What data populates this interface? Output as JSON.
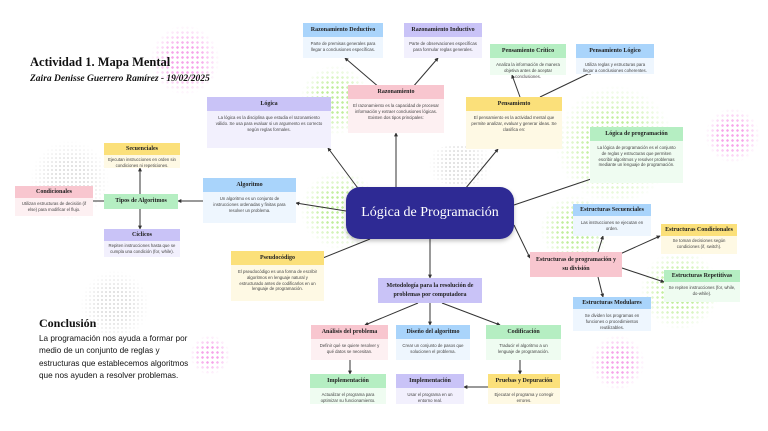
{
  "header": {
    "title": "Actividad 1. Mapa Mental",
    "subtitle": "Zaira Denisse Guerrero Ramírez - 19/02/2025"
  },
  "center": {
    "label": "Lógica de Programación",
    "color": "#2e2a94"
  },
  "conclusion": {
    "heading": "Conclusión",
    "body": "La programación nos ayuda a formar por medio de un conjunto de reglas y estructuras que establecemos algoritmos que nos ayuden a resolver problemas."
  },
  "colors": {
    "blue_head": "#a9d4fb",
    "blue_body": "#eef6fe",
    "purple_head": "#c9c3f7",
    "purple_body": "#f2f0fd",
    "pink_head": "#f8c6cf",
    "pink_body": "#fdf0f2",
    "yellow_head": "#fbe07a",
    "yellow_body": "#fef9e4",
    "green_head": "#b5eec2",
    "green_body": "#effcf1",
    "line": "#333333"
  },
  "nodes": {
    "razonamiento_deductivo": {
      "title": "Razonamiento Deductivo",
      "text": "Parte de premisas generales para llegar a conclusiones específicas."
    },
    "razonamiento_inductivo": {
      "title": "Razonamiento Inductivo",
      "text": "Parte de observaciones específicas para formular reglas generales."
    },
    "razonamiento": {
      "title": "Razonamiento",
      "text": "El razonamiento es la capacidad de procesar información y extraer conclusiones lógicas. Existen dos tipos principales:"
    },
    "logica": {
      "title": "Lógica",
      "text": "La lógica es la disciplina que estudia el razonamiento válido. Se usa para evaluar si un argumento es correcto según reglas formales."
    },
    "pensamiento_critico": {
      "title": "Pensamiento Crítico",
      "text": "Analiza la información de manera objetiva antes de aceptar conclusiones."
    },
    "pensamiento_logico": {
      "title": "Pensamiento Lógico",
      "text": "Utiliza reglas y estructuras para llegar a conclusiones coherentes."
    },
    "pensamiento": {
      "title": "Pensamiento",
      "text": "El pensamiento es la actividad mental que permite analizar, evaluar y generar ideas. Se clasifica en:"
    },
    "logica_programacion": {
      "title": "Lógica de programación",
      "text": "La lógica de programación es el conjunto de reglas y estructuras que permiten escribir algoritmos y resolver problemas mediante un lenguaje de programación."
    },
    "secuenciales": {
      "title": "Secuenciales",
      "text": "Ejecutan instrucciones en orden sin condiciones ni repeticiones."
    },
    "condicionales": {
      "title": "Condicionales",
      "text": "Utilizan estructuras de decisión (if else) para modificar el flujo."
    },
    "tipos_algoritmos": {
      "title": "Tipos de Algoritmos"
    },
    "ciclicos": {
      "title": "Cíclicos",
      "text": "Repiten instrucciones hasta que se cumpla una condición (for, while)."
    },
    "algoritmo": {
      "title": "Algoritmo",
      "text": "Un algoritmo es un conjunto de instrucciones ordenadas y finitas para resolver un problema."
    },
    "pseudocodigo": {
      "title": "Pseudocódigo",
      "text": "El pseudocódigo es una forma de escribir algoritmos en lenguaje natural y estructurado antes de codificarlos en un lenguaje de programación."
    },
    "estructuras_secuenciales": {
      "title": "Estructuras Secuenciales",
      "text": "Las instrucciones se ejecutan en orden."
    },
    "estructuras_condicionales": {
      "title": "Estructuras Condicionales",
      "text": "Se toman decisiones según condiciones (if, switch)."
    },
    "estructuras_repetitivas": {
      "title": "Estructuras Repetitivas",
      "text": "Se repiten instrucciones (for, while, do-while)."
    },
    "estructuras_division": {
      "title": "Estructuras de programación y su división"
    },
    "estructuras_modulares": {
      "title": "Estructuras Modulares",
      "text": "Se dividen los programas en funciones o procedimientos reutilizables."
    },
    "metodologia": {
      "title": "Metodología para la resolución de problemas por computadora"
    },
    "analisis": {
      "title": "Análisis del problema",
      "text": "Definir qué se quiere resolver y qué datos se necesitan."
    },
    "diseno": {
      "title": "Diseño del algoritmo",
      "text": "Crear un conjunto de pasos que solucionen el problema."
    },
    "codificacion": {
      "title": "Codificación",
      "text": "Traducir el algoritmo a un lenguaje de programación."
    },
    "implementacion_1": {
      "title": "Implementación",
      "text": "Actualizar el programa para optimizar su funcionamiento."
    },
    "implementacion_2": {
      "title": "Implementación",
      "text": "Usar el programa en un entorno real."
    },
    "pruebas": {
      "title": "Pruebas y Depuración",
      "text": "Ejecutar el programa y corregir errores."
    }
  }
}
